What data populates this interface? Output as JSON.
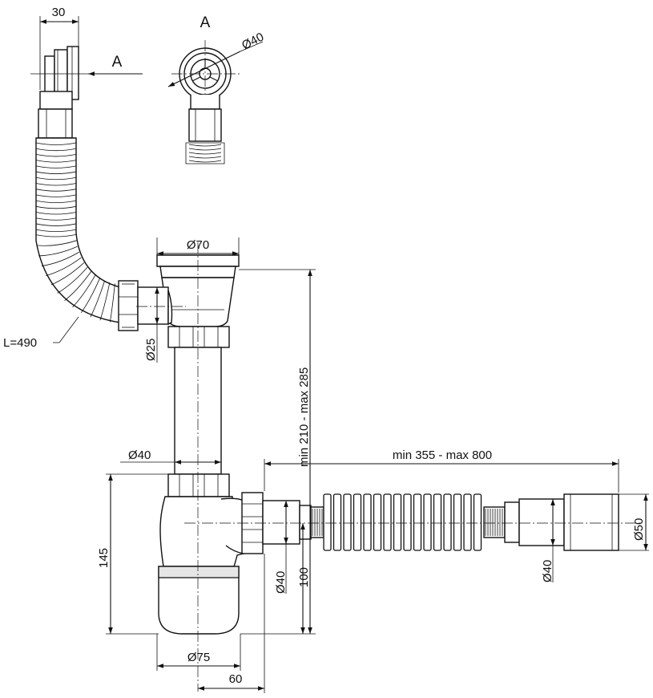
{
  "labels": {
    "dim_30": "30",
    "view_arrow": "A",
    "view_title": "A",
    "dia_40_top": "Ø40",
    "dia_70": "Ø70",
    "length_hose": "L=490",
    "dia_25": "Ø25",
    "height_range": "min 210 - max 285",
    "length_range": "min 355 - max 800",
    "dia_40_tube": "Ø40",
    "dia_50": "Ø50",
    "dia_40_outlet": "Ø40",
    "dim_145": "145",
    "dia_40_side": "Ø40",
    "dim_100": "100",
    "dia_75": "Ø75",
    "dim_60": "60"
  }
}
